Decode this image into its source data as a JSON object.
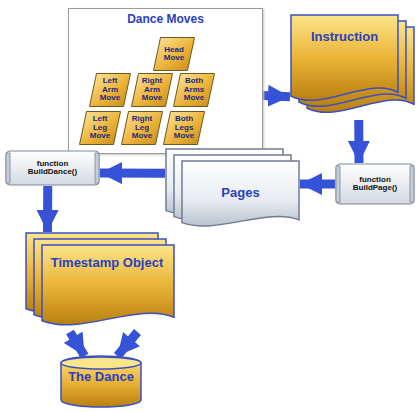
{
  "diagram": {
    "nodes": [
      {
        "text": [
          "Dance Moves"
        ]
      },
      {
        "text": [
          "Head Move"
        ],
        "in": 0
      },
      {
        "text": [
          "Left Arm Move"
        ],
        "in": 0
      },
      {
        "text": [
          "Right Arm Move"
        ],
        "in": 0
      },
      {
        "text": [
          "Both Arms Move"
        ],
        "in": 0
      },
      {
        "text": [
          "Left Leg Move"
        ],
        "in": 0
      },
      {
        "text": [
          "Right Leg Move"
        ],
        "in": 0
      },
      {
        "text": [
          "Both Legs Move"
        ],
        "in": 0
      },
      {
        "text": [
          "Instruction"
        ]
      },
      {
        "text": [
          "function BuildPage()"
        ]
      },
      {
        "text": [
          "Pages"
        ]
      },
      {
        "text": [
          "function BuildDance()"
        ]
      },
      {
        "text": [
          "Timestamp Object"
        ]
      },
      {
        "text": [
          "The Dance"
        ]
      }
    ],
    "edges": [
      {
        "from": 0,
        "to": 8,
        "arrow": "to"
      },
      {
        "from": 8,
        "to": 9,
        "arrow": "to"
      },
      {
        "from": 9,
        "to": 10,
        "arrow": "to"
      },
      {
        "from": 10,
        "to": 11,
        "arrow": "to"
      },
      {
        "from": 11,
        "to": 12,
        "arrow": "to"
      },
      {
        "from": 12,
        "to": 13,
        "arrow": "to"
      },
      {
        "from": 12,
        "to": 13,
        "arrow": "to"
      }
    ]
  }
}
